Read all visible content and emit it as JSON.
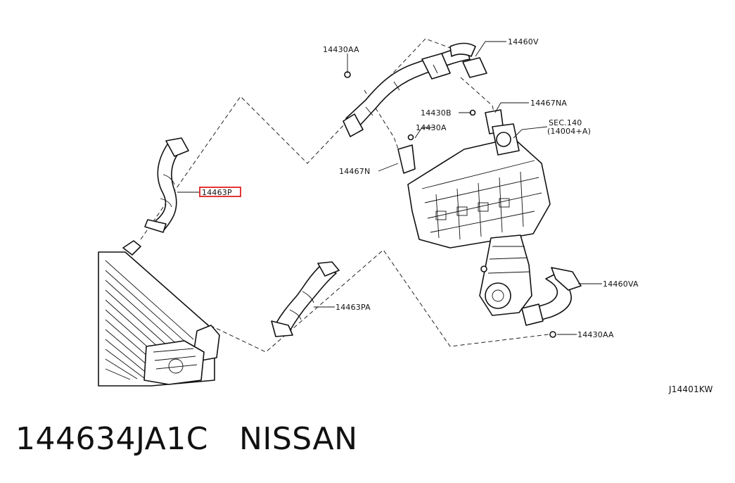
{
  "diagram": {
    "drawing_code": "J14401KW",
    "highlight_color": "#e02020",
    "callouts": [
      {
        "id": "14430AA-top",
        "text": "14430AA"
      },
      {
        "id": "14460V",
        "text": "14460V"
      },
      {
        "id": "14467NA",
        "text": "14467NA"
      },
      {
        "id": "14430B",
        "text": "14430B"
      },
      {
        "id": "14430A",
        "text": "14430A"
      },
      {
        "id": "sec-140-line1",
        "text": "SEC.140"
      },
      {
        "id": "sec-140-line2",
        "text": "(14004+A)"
      },
      {
        "id": "14467N",
        "text": "14467N"
      },
      {
        "id": "14463P",
        "text": "14463P",
        "highlighted": true
      },
      {
        "id": "14463PA",
        "text": "14463PA"
      },
      {
        "id": "14460VA",
        "text": "14460VA"
      },
      {
        "id": "14430AA-bottom",
        "text": "14430AA"
      }
    ]
  },
  "caption": {
    "part_number": "144634JA1C",
    "brand": "NISSAN"
  }
}
